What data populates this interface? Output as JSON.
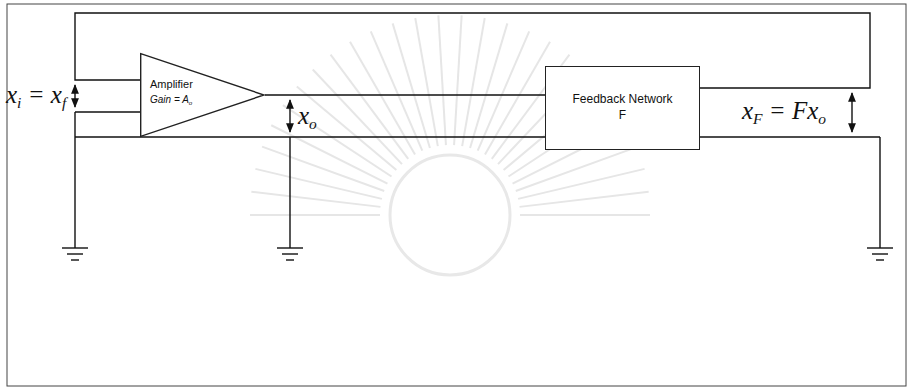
{
  "diagram": {
    "nodes": [
      {
        "text": [
          "Amplifier",
          "Gain = Ao"
        ]
      },
      {
        "text": [
          "Feedback Network",
          "F"
        ]
      }
    ],
    "edges": [
      {
        "from": 0,
        "to": 1,
        "arrow": "none"
      },
      {
        "from": 1,
        "to": 0,
        "arrow": "none"
      }
    ],
    "labels": [
      "xi = xf",
      "xo",
      "xF = Fxo"
    ]
  }
}
